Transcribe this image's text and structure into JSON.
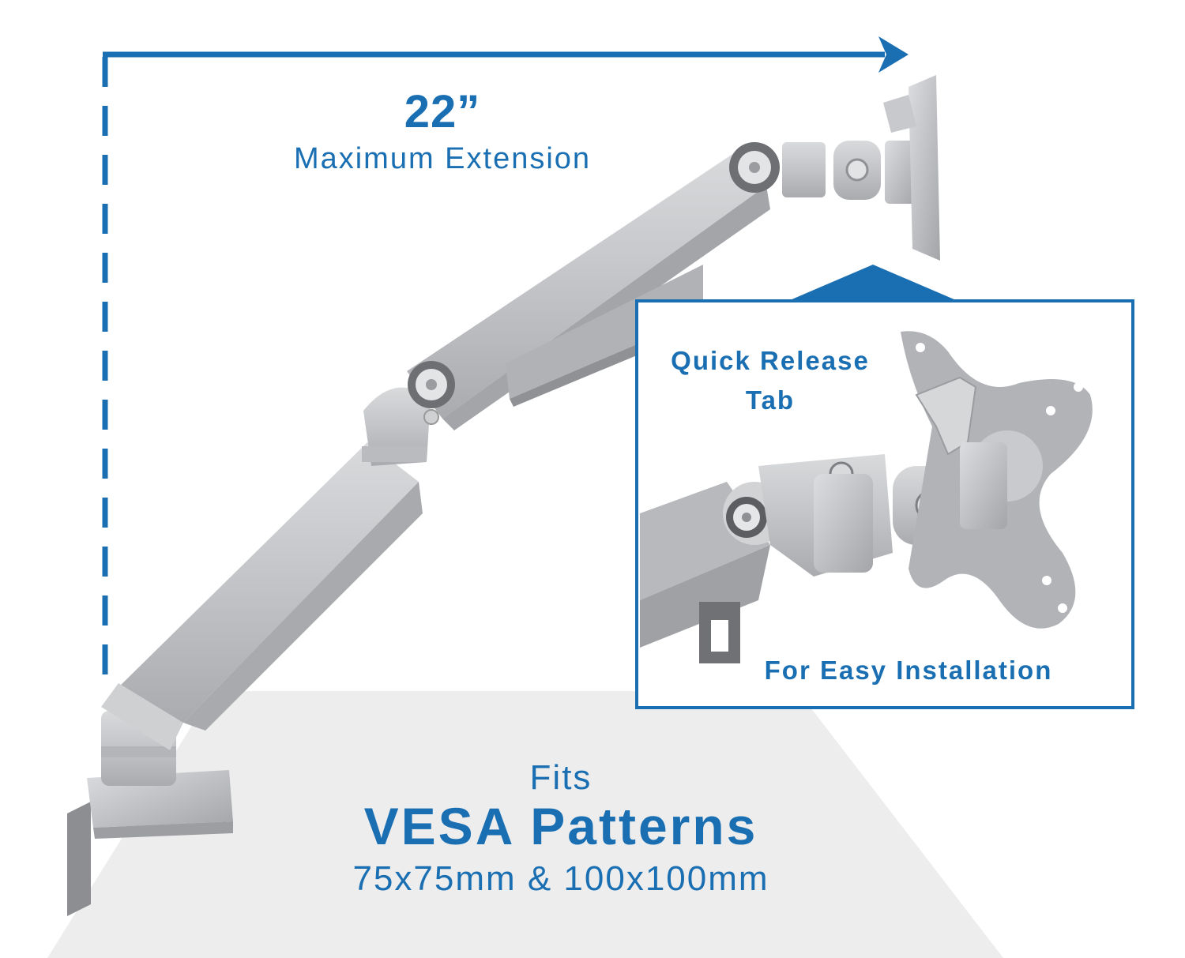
{
  "extension": {
    "value": "22”",
    "label": "Maximum Extension"
  },
  "inset": {
    "quick_release": "Quick Release Tab",
    "easy_installation": "For Easy Installation"
  },
  "vesa": {
    "fits": "Fits",
    "title": "VESA Patterns",
    "sizes": "75x75mm & 100x100mm"
  },
  "colors": {
    "accent": "#1a6fb3",
    "arm_silver": "#c4c6c9",
    "floor": "#ededed"
  }
}
